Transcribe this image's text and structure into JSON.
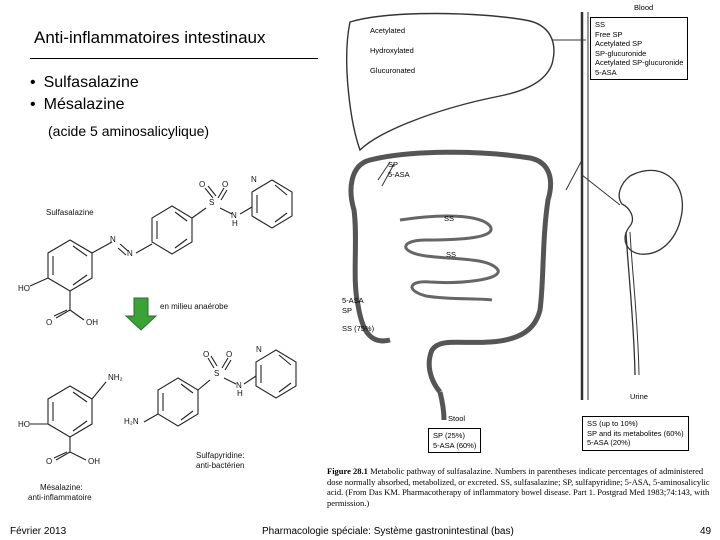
{
  "slide": {
    "title": "Anti-inflammatoires intestinaux",
    "bullets": [
      "Sulfasalazine",
      "Mésalazine"
    ],
    "subtitle": "(acide 5 aminosalicylique)"
  },
  "chemistry": {
    "sulfasalazine_label": "Sulfasalazine",
    "arrow_label": "en milieu anaérobe",
    "sulfapyridine_label": "Sulfapyridine:",
    "sulfapyridine_sub": "anti-bactérien",
    "mesalazine_label": "Mésalazine:",
    "mesalazine_sub": "anti-inflammatoire",
    "atoms": {
      "O": "O",
      "S": "S",
      "N": "N",
      "H": "H",
      "HO": "HO",
      "OH": "OH",
      "NH2": "NH₂",
      "H2N": "H₂N"
    }
  },
  "anatomy": {
    "blood_label": "Blood",
    "liver_labels": [
      "Acetylated",
      "Hydroxylated",
      "Glucuronated"
    ],
    "blood_box": [
      "SS",
      "Free SP",
      "Acetylated SP",
      "SP-glucuronide",
      "Acetylated SP-glucuronide",
      "5-ASA"
    ],
    "colon_top_labels": [
      "SP",
      "5-ASA"
    ],
    "intestine_labels": [
      "SS",
      "SS"
    ],
    "colon_left_labels": [
      "5-ASA",
      "SP",
      "SS (75%)"
    ],
    "urine_label": "Urine",
    "stool_label": "Stool",
    "stool_box": [
      "SP (25%)",
      "5-ASA (60%)"
    ],
    "urine_box": [
      "SS (up to 10%)",
      "SP and its metabolites (60%)",
      "5-ASA (20%)"
    ]
  },
  "figure_caption": {
    "label": "Figure 28.1",
    "text": "Metabolic pathway of sulfasalazine. Numbers in parentheses indicate percentages of administered dose normally absorbed, metabolized, or excreted. SS, sulfasalazine; SP, sulfapyridine; 5-ASA, 5-aminosalicylic acid. (From Das KM. Pharmacotherapy of inflammatory bowel disease. Part 1. Postgrad Med 1983;74:143, with permission.)"
  },
  "footer": {
    "date": "Février 2013",
    "course": "Pharmacologie spéciale: Système gastronintestinal (bas)",
    "page": "49"
  },
  "colors": {
    "arrow_green": "#3aa335",
    "arrow_border": "#2a6e2a"
  }
}
